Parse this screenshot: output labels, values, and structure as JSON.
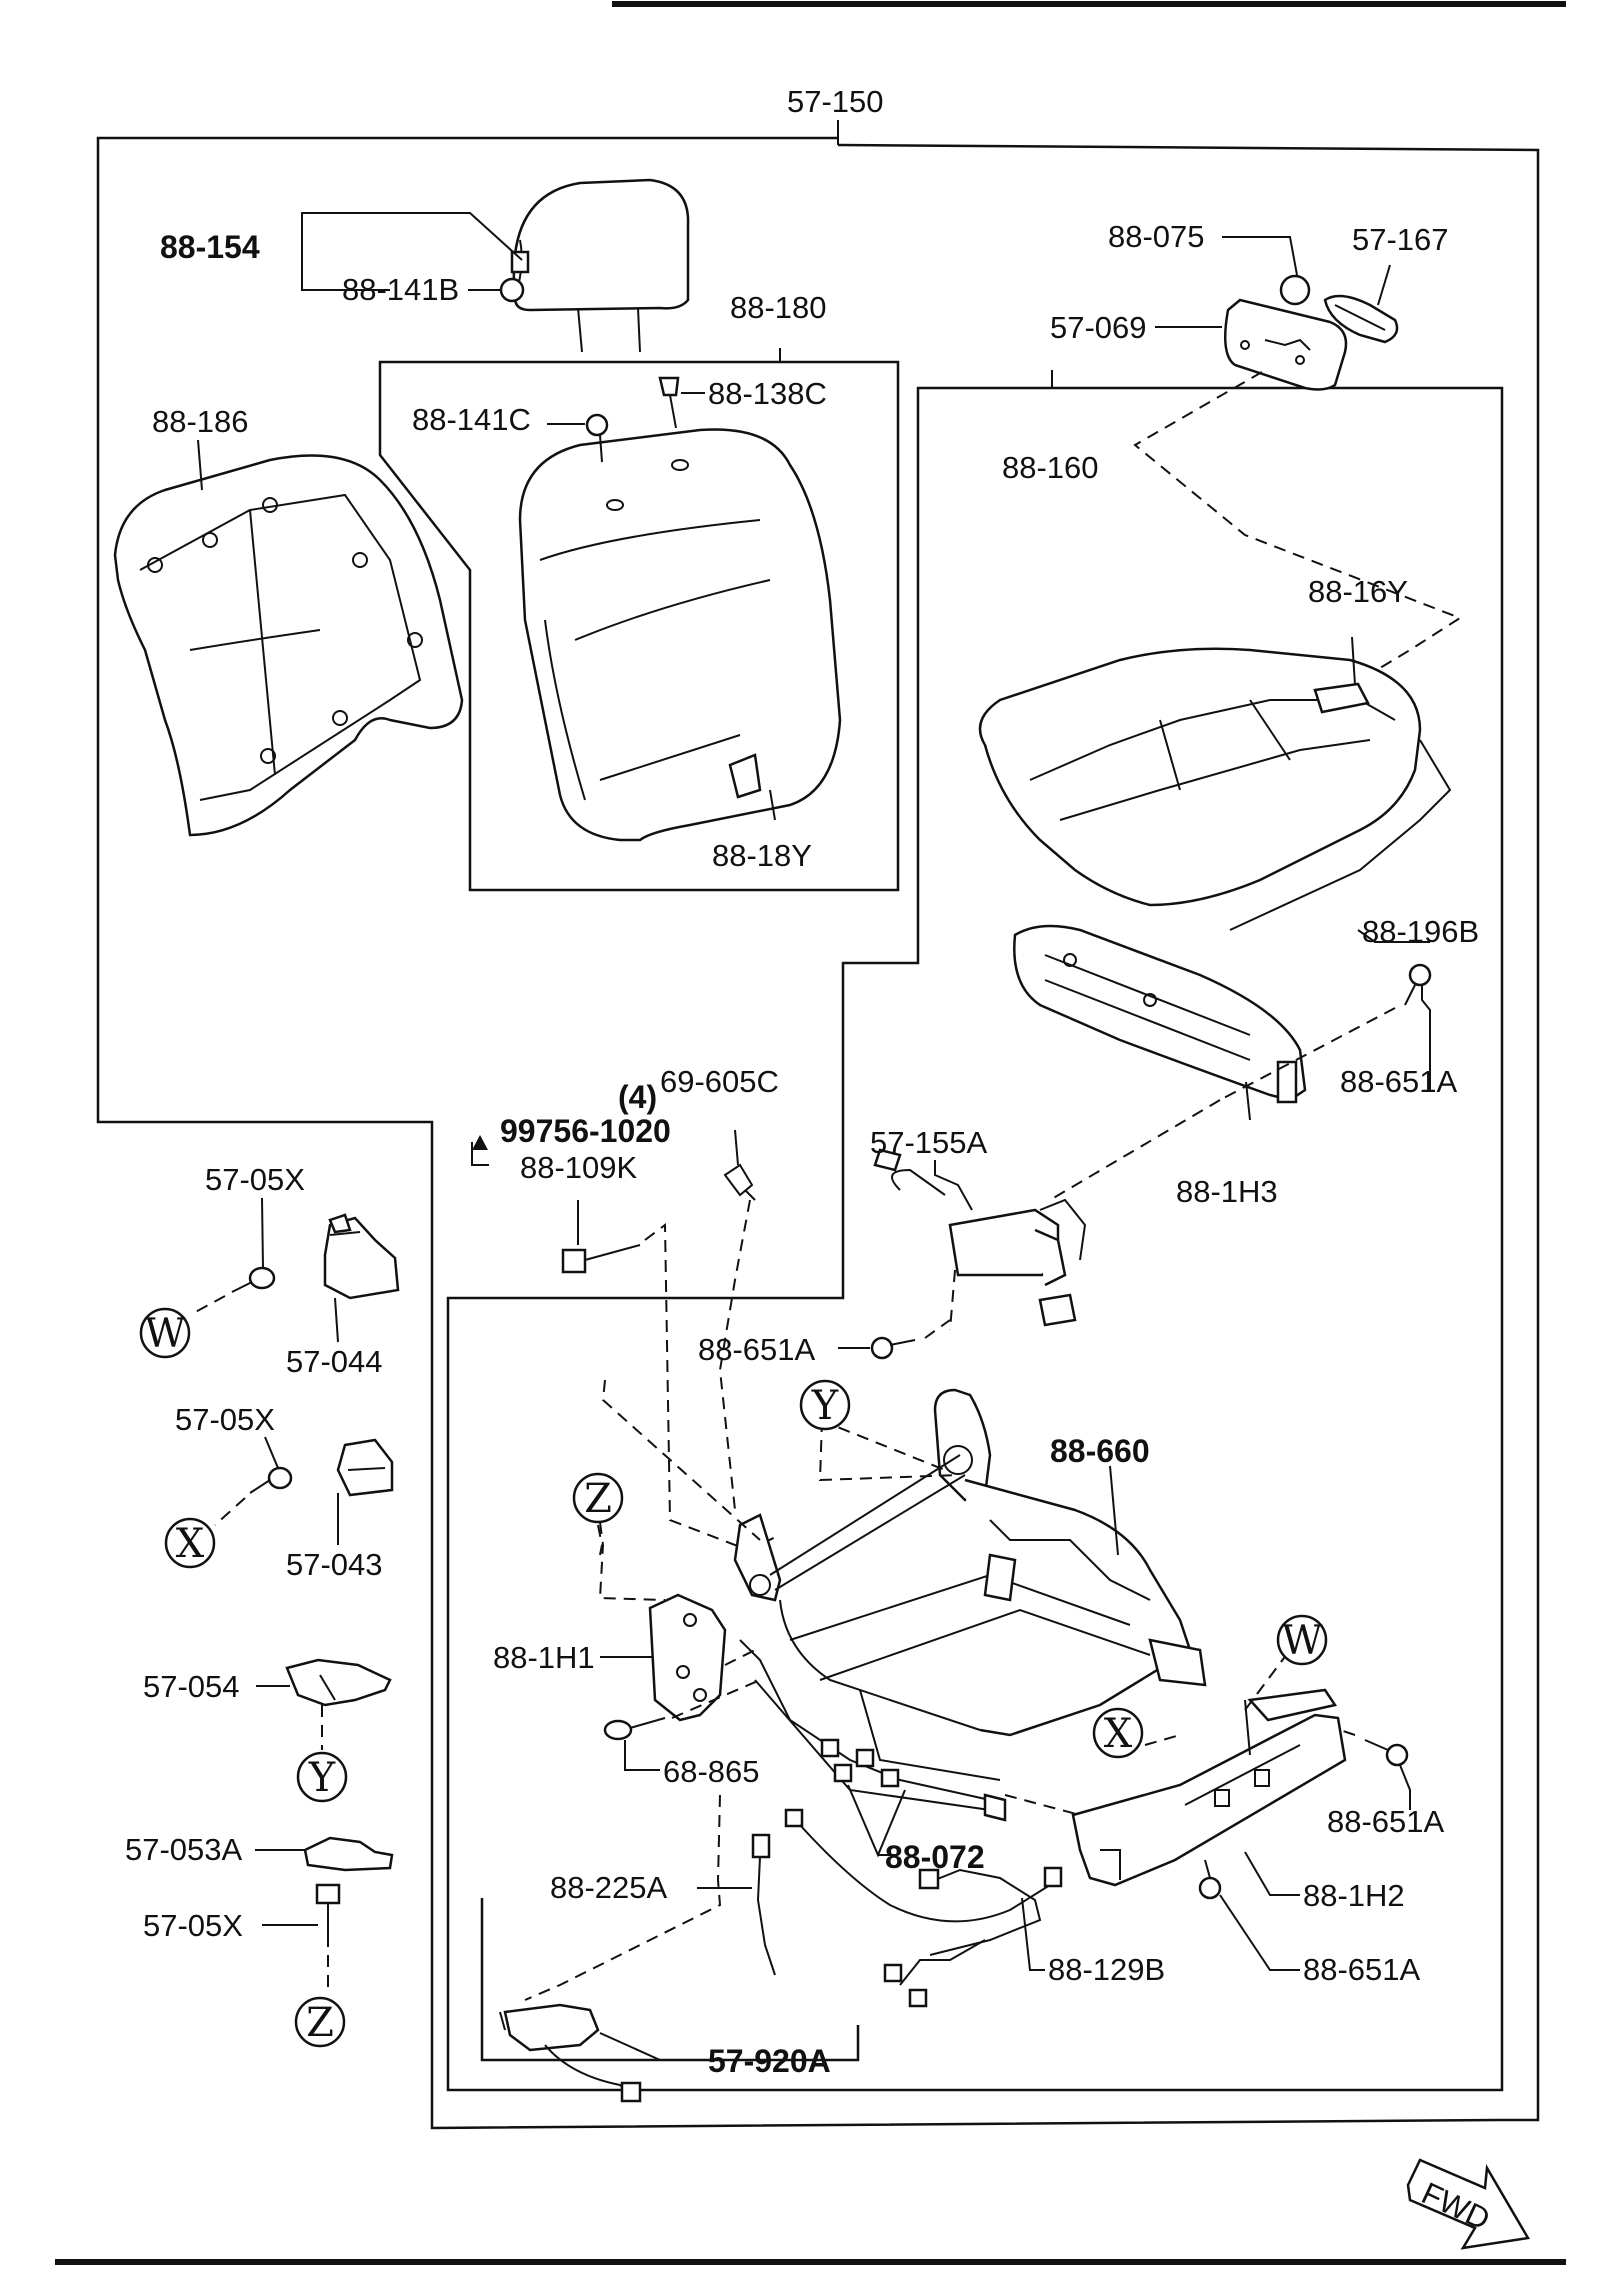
{
  "labels": {
    "assembly": "57-150",
    "headrest": "88-154",
    "headrest_guide_b": "88-141B",
    "back_group": "88-180",
    "back_cover": "88-186",
    "guide_c": "88-141C",
    "guide_lock": "88-138C",
    "back_cover_tag": "88-18Y",
    "lever_knob": "88-075",
    "lever_bezel": "57-167",
    "side_panel": "57-069",
    "cushion_group": "88-160",
    "cushion_tag": "88-16Y",
    "cushion_pad": "88-196B",
    "screw_upper": "88-651A",
    "adjuster": "88-1H3",
    "motor": "57-155A",
    "clip": "69-605C",
    "qty": "(4)",
    "bolt_alt": "99756-1020",
    "bolt": "88-109K",
    "screw_mid": "88-651A",
    "frame": "88-660",
    "bracket_h1": "88-1H1",
    "clip_68": "68-865",
    "harness_225": "88-225A",
    "clips_072": "88-072",
    "harness_129": "88-129B",
    "belt_buckle": "57-920A",
    "trim_h2": "88-1H2",
    "screw_right": "88-651A",
    "screw_lower": "88-651A",
    "bolt_w": "57-05X",
    "cover_044": "57-044",
    "bolt_x": "57-05X",
    "cover_043": "57-043",
    "cover_054": "57-054",
    "cover_053a": "57-053A",
    "bolt_z": "57-05X",
    "ref_w": "W",
    "ref_x": "X",
    "ref_y": "Y",
    "ref_z": "Z",
    "fwd": "FWD"
  }
}
